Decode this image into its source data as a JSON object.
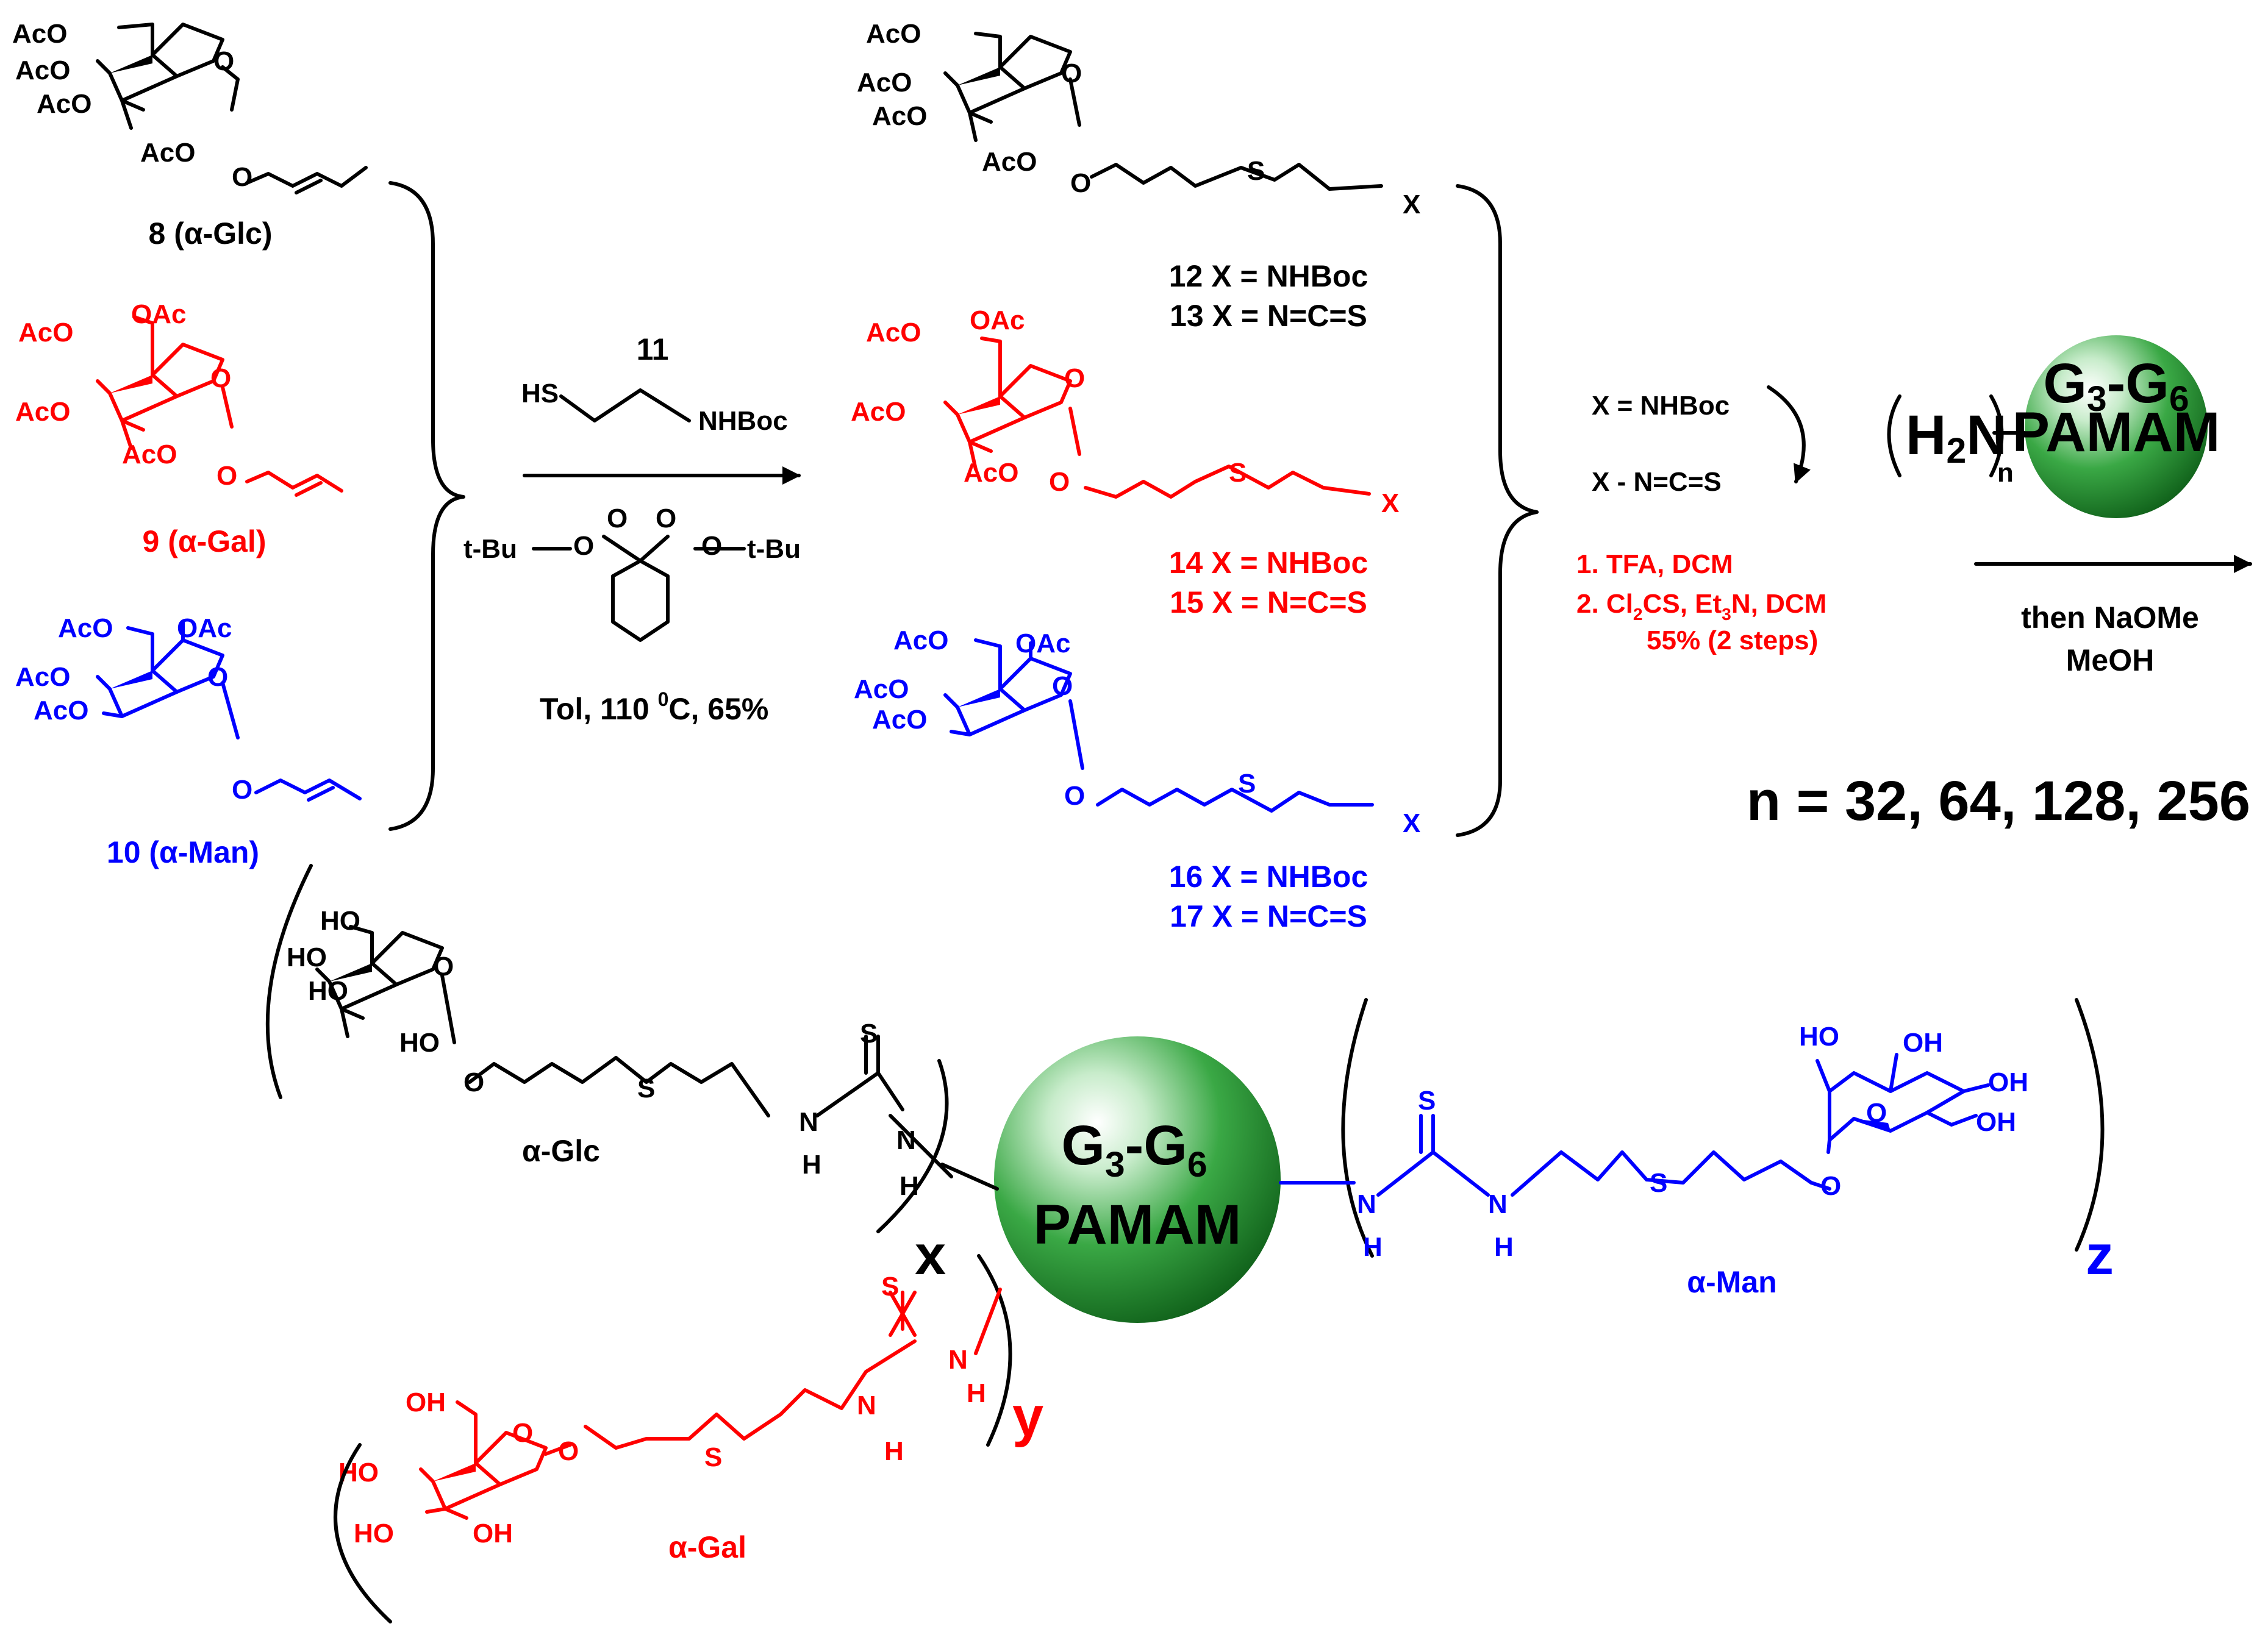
{
  "colors": {
    "black": "#000000",
    "red": "#ff0000",
    "blue": "#0000ff",
    "sphere": "#2e9e3a"
  },
  "labels": {
    "c8": "8 (α-Glc)",
    "c9": "9 (α-Gal)",
    "c10": "10 (α-Man)",
    "c11": "11",
    "c12": "12 X = NHBoc",
    "c13": "13 X = N=C=S",
    "c14": "14 X = NHBoc",
    "c15": "15 X = N=C=S",
    "c16": "16 X = NHBoc",
    "c17": "17 X = N=C=S",
    "glc": "α-Glc",
    "gal": "α-Gal",
    "man": "α-Man"
  },
  "reagents": {
    "thiol_hs": "HS",
    "thiol_nhboc": "NHBoc",
    "perox_left": "t-Bu",
    "perox_right": "t-Bu",
    "conditions": "Tol, 110 ",
    "conditions_sup": "0",
    "conditions_rest": "C, 65%",
    "conv_a": "X = NHBoc",
    "conv_b": "X - N=C=S",
    "step1": "1. TFA, DCM",
    "step2_a": "2. Cl",
    "step2_sub1": "2",
    "step2_b": "CS, Et",
    "step2_sub2": "3",
    "step2_c": "N, DCM",
    "step_yield": "55% (2 steps)",
    "final_a": "then NaOMe",
    "final_b": "MeOH",
    "n_values": "n = 32, 64, 128, 256"
  },
  "dendrimer": {
    "gen_a": "G",
    "gen_sub1": "3",
    "gen_dash": "-G",
    "gen_sub2": "6",
    "name": "PAMAM",
    "amine_h": "H",
    "amine_sub": "2",
    "amine_n": "N",
    "n_sub": "n"
  },
  "groups": {
    "aco": "AcO",
    "oac": "OAc",
    "ho": "HO",
    "oh": "OH",
    "o": "O",
    "s": "S",
    "x": "X",
    "n": "N",
    "h": "H",
    "x_count": "x",
    "y_count": "y",
    "z_count": "z"
  }
}
